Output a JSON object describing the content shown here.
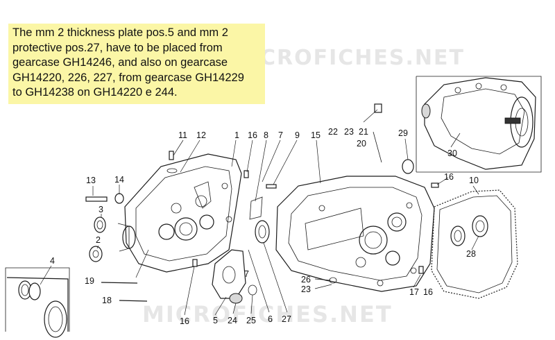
{
  "note": {
    "lines": [
      "The mm 2 thickness plate pos.5 and mm 2",
      "protective  pos.27, have to be placed from",
      "gearcase GH14246, and also on gearcase",
      "GH14220, 226, 227, from gearcase GH14229",
      "to GH14238 on GH14220 e 244."
    ]
  },
  "watermarks": {
    "top": "MICROFICHES.NET",
    "bottom": "MICROFICHES.NET"
  },
  "labels": [
    {
      "id": "l11",
      "text": "11"
    },
    {
      "id": "l12",
      "text": "12"
    },
    {
      "id": "l1",
      "text": "1"
    },
    {
      "id": "l16a",
      "text": "16"
    },
    {
      "id": "l8",
      "text": "8"
    },
    {
      "id": "l7a",
      "text": "7"
    },
    {
      "id": "l9",
      "text": "9"
    },
    {
      "id": "l15",
      "text": "15"
    },
    {
      "id": "l22",
      "text": "22"
    },
    {
      "id": "l23a",
      "text": "23"
    },
    {
      "id": "l21",
      "text": "21"
    },
    {
      "id": "l20",
      "text": "20"
    },
    {
      "id": "l29",
      "text": "29"
    },
    {
      "id": "l30",
      "text": "30"
    },
    {
      "id": "l16b",
      "text": "16"
    },
    {
      "id": "l10",
      "text": "10"
    },
    {
      "id": "l13",
      "text": "13"
    },
    {
      "id": "l14",
      "text": "14"
    },
    {
      "id": "l3",
      "text": "3"
    },
    {
      "id": "l2",
      "text": "2"
    },
    {
      "id": "l4",
      "text": "4"
    },
    {
      "id": "l19",
      "text": "19"
    },
    {
      "id": "l18",
      "text": "18"
    },
    {
      "id": "l16c",
      "text": "16"
    },
    {
      "id": "l5",
      "text": "5"
    },
    {
      "id": "l24",
      "text": "24"
    },
    {
      "id": "l25",
      "text": "25"
    },
    {
      "id": "l7b",
      "text": "7"
    },
    {
      "id": "l6",
      "text": "6"
    },
    {
      "id": "l27",
      "text": "27"
    },
    {
      "id": "l26",
      "text": "26"
    },
    {
      "id": "l23b",
      "text": "23"
    },
    {
      "id": "l17",
      "text": "17"
    },
    {
      "id": "l16d",
      "text": "16"
    },
    {
      "id": "l28",
      "text": "28"
    }
  ]
}
